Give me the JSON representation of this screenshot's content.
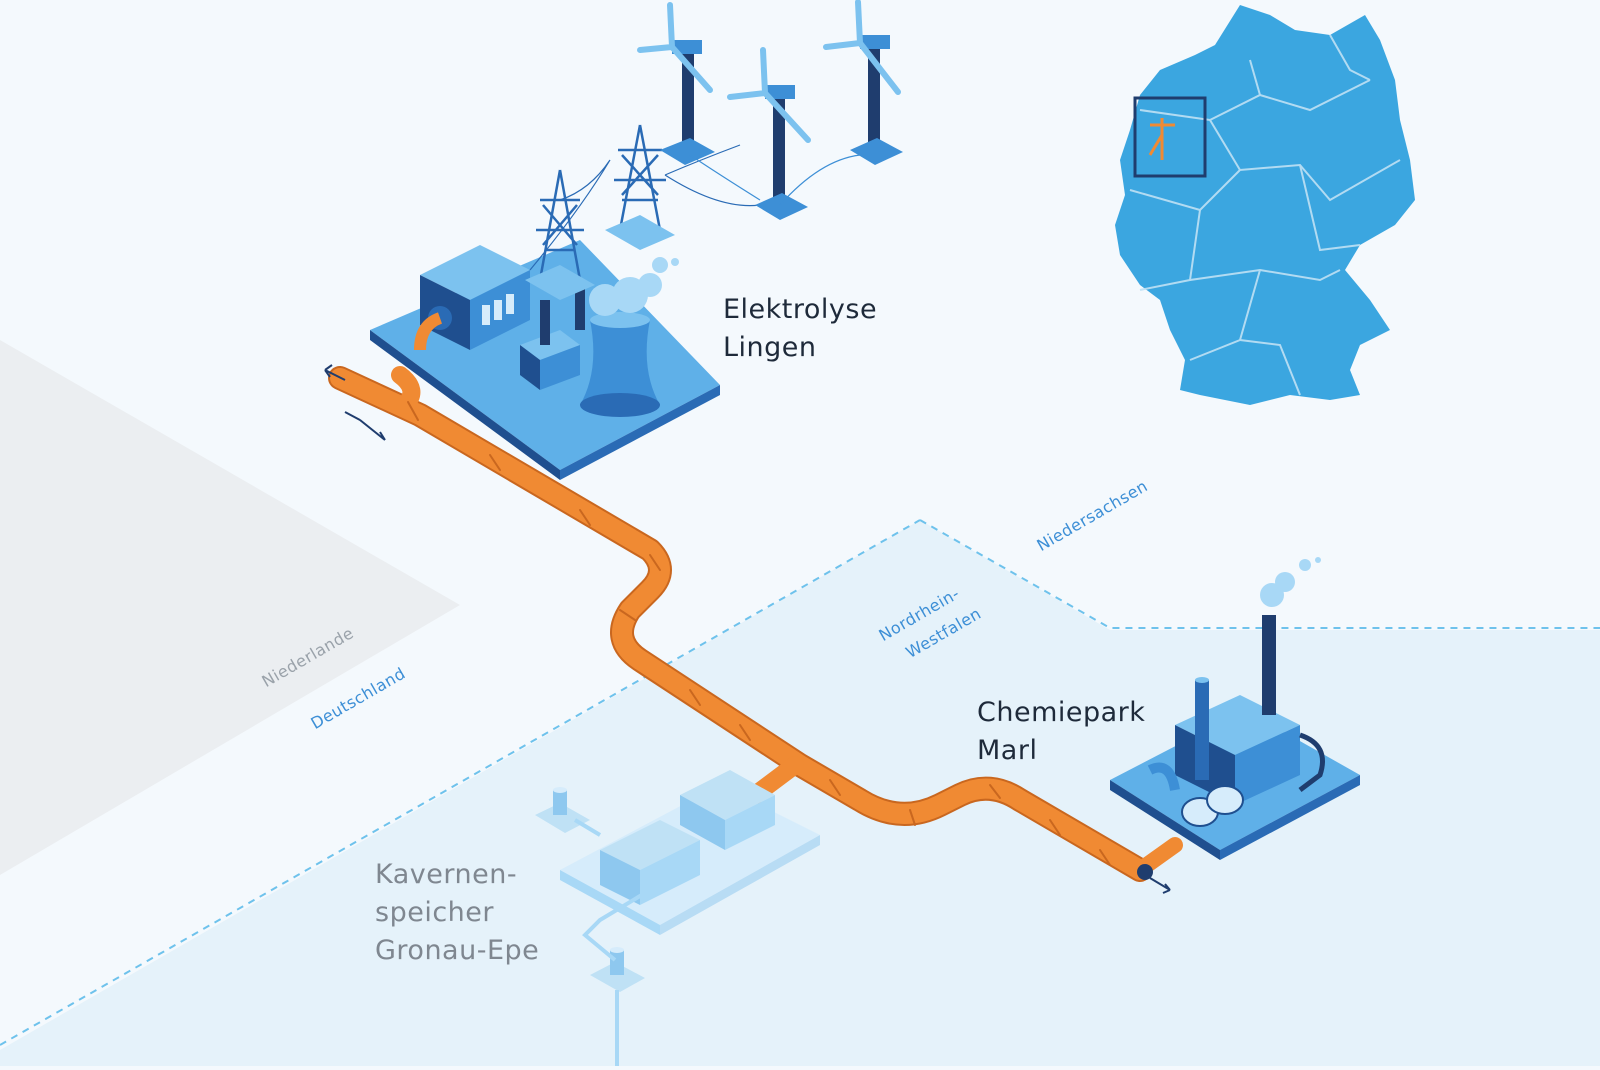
{
  "labels": {
    "lingen_line1": "Elektrolyse",
    "lingen_line2": "Lingen",
    "marl_line1": "Chemiepark",
    "marl_line2": "Marl",
    "storage_line1": "Kavernen-",
    "storage_line2": "speicher",
    "storage_line3": "Gronau-Epe"
  },
  "regions": {
    "netherlands": "Niederlande",
    "germany": "Deutschland",
    "nrw_line1": "Nordrhein-",
    "nrw_line2": "Westfalen",
    "lower_saxony": "Niedersachsen"
  },
  "colors": {
    "pipeline": "#f08a33",
    "facility": "#3d8fd6",
    "facility_dark": "#1f4f8f",
    "map": "#3ba6e0",
    "neighbour_country": "#ebeef1",
    "region_nrw": "#e4f1fa",
    "border_dash": "#6ec2ec"
  },
  "icons": [
    "wind-turbine-icon",
    "power-pylon-icon",
    "electrolysis-plant-icon",
    "chemical-plant-icon",
    "cavern-storage-icon",
    "germany-map-icon"
  ]
}
